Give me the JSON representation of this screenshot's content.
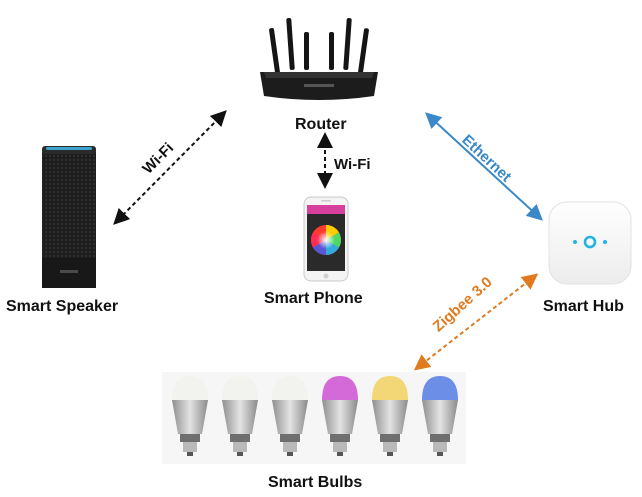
{
  "nodes": {
    "router": {
      "label": "Router",
      "icon": "router-icon"
    },
    "speaker": {
      "label": "Smart Speaker",
      "icon": "smart-speaker-icon"
    },
    "phone": {
      "label": "Smart Phone",
      "icon": "smartphone-icon"
    },
    "hub": {
      "label": "Smart Hub",
      "icon": "smart-hub-icon"
    },
    "bulbs": {
      "label": "Smart Bulbs",
      "icon": "light-bulb-icon"
    }
  },
  "links": {
    "router_speaker": {
      "label": "Wi-Fi",
      "style": "dashed",
      "color": "#111111"
    },
    "router_phone": {
      "label": "Wi-Fi",
      "style": "dashed",
      "color": "#111111"
    },
    "router_hub": {
      "label": "Ethernet",
      "style": "solid",
      "color": "#3a88c8"
    },
    "hub_bulbs": {
      "label": "Zigbee 3.0",
      "style": "dashed",
      "color": "#e07a1f"
    }
  },
  "bulb_colors": [
    "#f2f2ee",
    "#f2f2ee",
    "#f2f2ee",
    "#d46ad8",
    "#f3d675",
    "#6d8ee6"
  ]
}
